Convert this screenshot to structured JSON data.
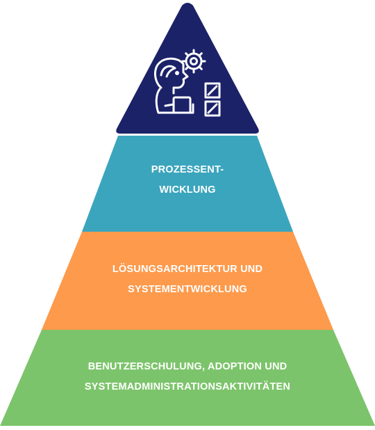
{
  "pyramid": {
    "colors": {
      "top": "#1b2268",
      "process": "#3ba5bd",
      "solution": "#fd9a4c",
      "training": "#7cc46b",
      "text": "#ffffff"
    },
    "top_icon": "person-with-gear-and-checklist-icon",
    "tiers": [
      {
        "lines": [
          "PROZESSENT-",
          "WICKLUNG"
        ]
      },
      {
        "lines": [
          "LÖSUNGSARCHITEKTUR UND",
          "SYSTEMENTWICKLUNG"
        ]
      },
      {
        "lines": [
          "BENUTZERSCHULUNG, ADOPTION UND",
          "SYSTEMADMINISTRATIONSAKTIVITÄTEN"
        ]
      }
    ]
  }
}
